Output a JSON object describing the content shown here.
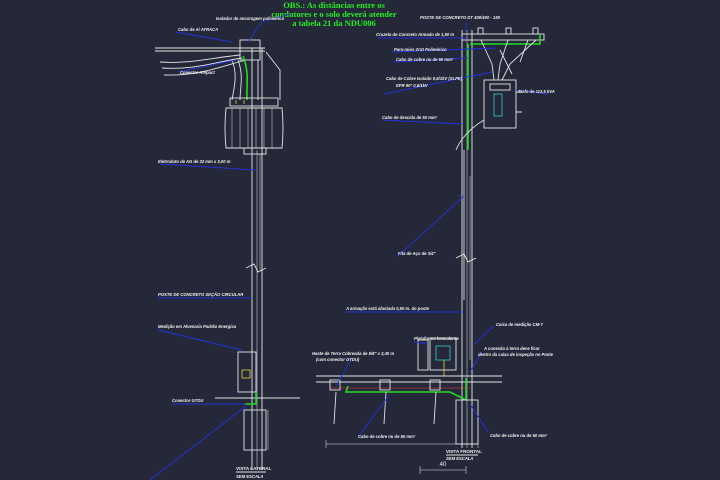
{
  "note": {
    "line1": "OBS.: As distâncias entre os",
    "line2": "condutores e o solo deverá atender",
    "line3": "a tabela 21 da NDU006"
  },
  "left_labels": {
    "isolador": "Isolador de ancoragem polimérico",
    "cabo_ca": "Cabo de Al ATRACA",
    "conector": "Conector Ampact",
    "eletroduto": "Eletroduto de AG de 32 mm x 3,00 m",
    "poste": "POSTE DE CONCRETO SEÇÃO CIRCULAR",
    "medicao": "Medição em Alvenaria Padrão Energisa",
    "conector_gtdu": "Conector GTDU",
    "title": "VISTA LATERAL",
    "title_sub": "SEM ESCALA"
  },
  "right_labels": {
    "poste_top": "POSTE DE CONCRETO DT 400/400 - 150",
    "cruzeta": "Cruzeta de Concreto Armado de 1,90 m",
    "para_raios": "Para-raios ZnO Polimérico",
    "cabo_cobre": "Cabo de cobre nu de 50 mm²",
    "cabo_isolado": "Cabo de Cobre Isolado 0,6/1kV (XLPE)",
    "cabo_isolado2": "EPR 90° 0,6/1kV",
    "trafo": "Trafo de 112,5 kVA",
    "cabo_descida": "Cabo de descida de 50 mm²",
    "fita": "Fita de Aço de 3/4\"",
    "armacao": "A armação está afastada 0,50 m. do poste",
    "caixa": "Caixa de medição CM-7",
    "plataforma": "Plataforma basculante",
    "haste": "Haste de Terra Cobreada de 5/8\" x 2,40 m",
    "haste_sub": "(com conector GTDU)",
    "conexao": "A conexão à terra deve ficar",
    "conexao2": "dentro da caixa de inspeção no Poste",
    "cabo_cobre_bottom": "Cabo de cobre nu de 50 mm²",
    "cabo_cobre_bottom2": "Cabo de cobre nu de 50 mm²",
    "title": "VISTA FRONTAL",
    "title_sub": "SEM ESCALA",
    "dim": "40"
  }
}
